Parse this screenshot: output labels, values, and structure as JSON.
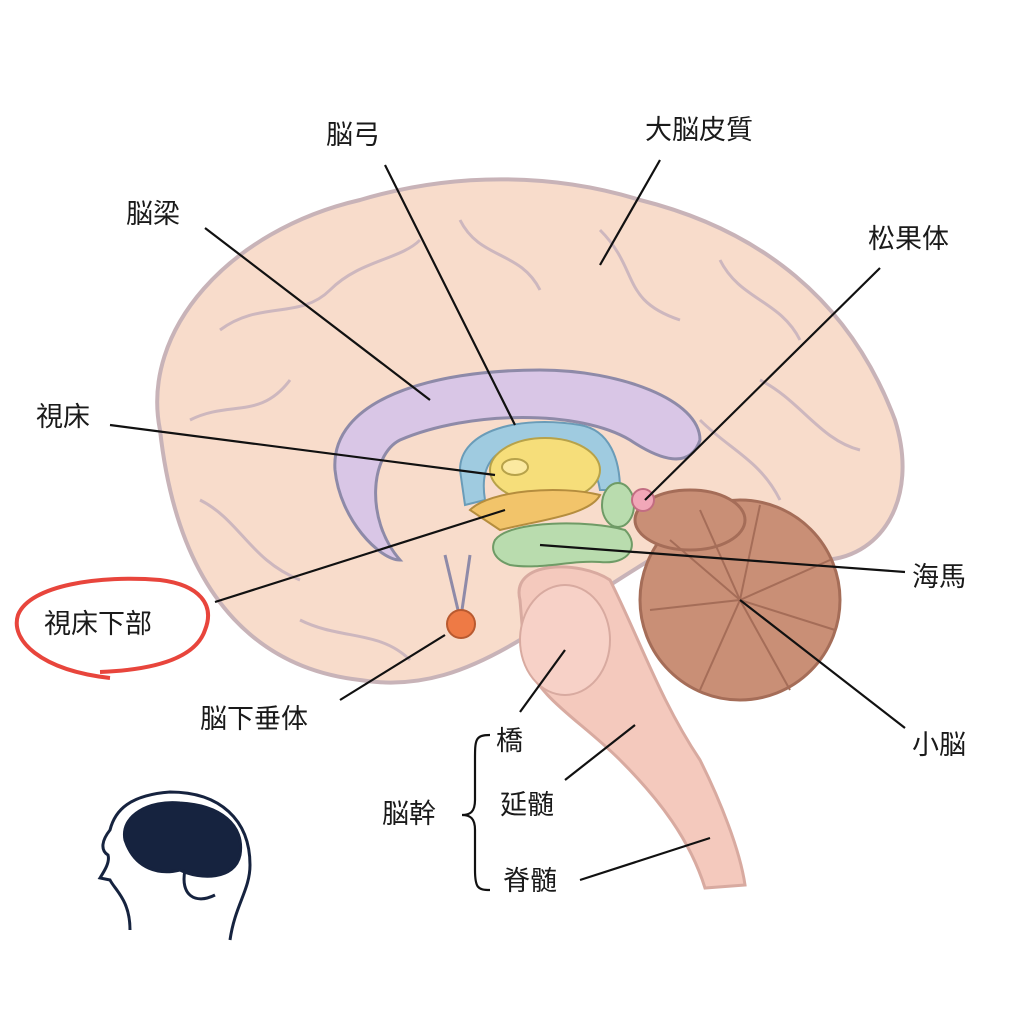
{
  "labels": {
    "fornix": "脳弓",
    "cerebral_cortex": "大脳皮質",
    "corpus_callosum": "脳梁",
    "pineal_body": "松果体",
    "thalamus": "視床",
    "hippocampus": "海馬",
    "hypothalamus": "視床下部",
    "pituitary": "脳下垂体",
    "pons": "橋",
    "medulla": "延髄",
    "spinal_cord": "脊髄",
    "brainstem": "脳幹",
    "cerebellum": "小脳"
  },
  "highlight": {
    "target": "視床下部",
    "color": "#e8453c"
  },
  "colors": {
    "cortex": "#f8dccb",
    "corpus_callosum": "#d9c6e6",
    "fornix": "#9fcbe0",
    "thalamus": "#f6de7a",
    "hypothalamus": "#f2c46a",
    "hippocampus": "#b9dcae",
    "pineal": "#f1a7b8",
    "pituitary": "#ee7a45",
    "brainstem": "#f4c9bd",
    "cerebellum": "#c98f76",
    "icon": "#16233f"
  }
}
